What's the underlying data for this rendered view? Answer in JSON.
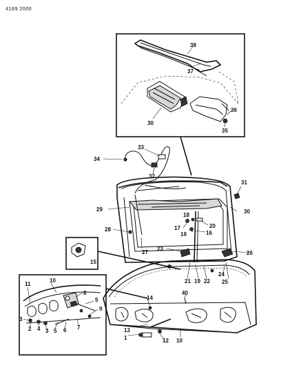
{
  "doc_id": "4169 2000",
  "callouts": {
    "c1": "1",
    "c2": "2",
    "c3": "3",
    "c4": "4",
    "c5a": "5",
    "c5b": "5",
    "c6": "6",
    "c7": "7",
    "c8": "8",
    "c9": "9",
    "c10a": "10",
    "c10b": "10",
    "c11": "11",
    "c12": "12",
    "c13": "13",
    "c14": "14",
    "c15": "15",
    "c16": "16",
    "c17": "17",
    "c18": "18",
    "c19a": "19",
    "c19b": "19",
    "c20": "20",
    "c21": "21",
    "c22": "22",
    "c23": "23",
    "c24": "24",
    "c25": "25",
    "c26": "26",
    "c27": "27",
    "c28": "28",
    "c29": "29",
    "c30a": "30",
    "c30b": "30",
    "c31": "31",
    "c32": "32",
    "c33": "33",
    "c34": "34",
    "c35": "35",
    "c36": "36",
    "c37": "37",
    "c38": "38",
    "c40": "40"
  }
}
